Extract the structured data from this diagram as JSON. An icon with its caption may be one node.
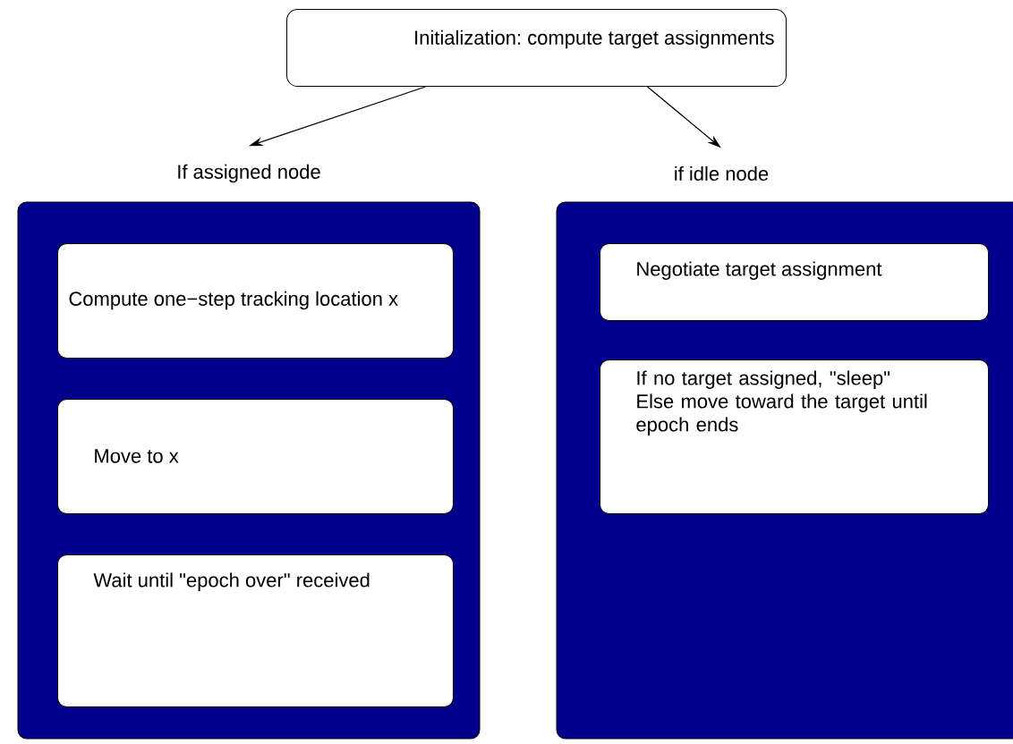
{
  "diagram": {
    "nodes": [
      {
        "text": [
          "Initialization: compute target assignments"
        ]
      },
      {
        "text": [
          "If assigned node"
        ]
      },
      {
        "text": [
          "Compute one−step tracking location x"
        ],
        "in": 1
      },
      {
        "text": [
          "Move to x"
        ],
        "in": 1
      },
      {
        "text": [
          "Wait until \"epoch over\" received"
        ],
        "in": 1
      },
      {
        "text": [
          "if idle node"
        ]
      },
      {
        "text": [
          "Negotiate target assignment"
        ],
        "in": 5
      },
      {
        "text": [
          "If no target assigned, \"sleep\" Else move toward the target until epoch ends"
        ],
        "in": 5
      }
    ],
    "edges": [
      {
        "from": 0,
        "to": 1,
        "arrow": "to"
      },
      {
        "from": 0,
        "to": 5,
        "arrow": "to"
      }
    ]
  }
}
